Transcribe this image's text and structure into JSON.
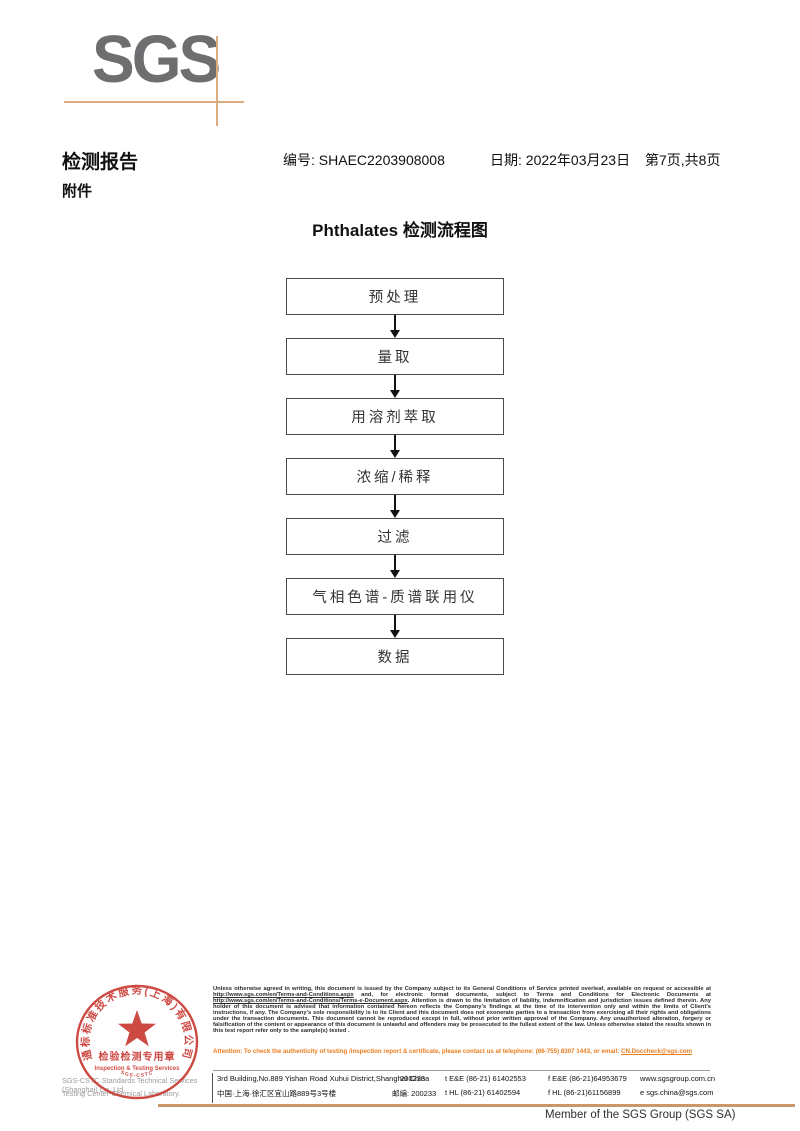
{
  "logo": {
    "text": "SGS"
  },
  "header": {
    "report_title": "检测报告",
    "number": "编号: SHAEC2203908008",
    "date": "日期: 2022年03月23日",
    "page_info": "第7页,共8页",
    "attachment": "附件"
  },
  "flowchart": {
    "title": "Phthalates 检测流程图",
    "steps": [
      "预处理",
      "量取",
      "用溶剂萃取",
      "浓缩/稀释",
      "过滤",
      "气相色谱-质谱联用仪",
      "数据"
    ]
  },
  "footer": {
    "disclaimer": {
      "p1": "Unless otherwise agreed in writing, this document is issued by the Company subject to its General Conditions of Service printed overleaf, available on request or accessible at ",
      "url1": "http://www.sgs.com/en/Terms-and-Conditions.aspx",
      "p2": " and, for electronic format documents, subject to Terms and Conditions for Electronic Documents at ",
      "url2": "http://www.sgs.com/en/Terms-and-Conditions/Terms-e-Document.aspx",
      "p3": ". Attention is drawn to the limitation of liability, indemnification and jurisdiction issues defined therein. Any holder of this document is advised that information contained hereon reflects the Company's findings at the time of its intervention only and within the limits of Client's instructions, if any. The Company's sole responsibility is to its Client and this document does not exonerate parties to a transaction from exercising all their rights and obligations under the transaction documents. This document cannot be reproduced except in full, without prior written approval of the Company. Any unauthorized alteration, forgery or falsification of the content or appearance of this document is unlawful and offenders may be prosecuted to the fullest extent of the law. Unless otherwise stated the results shown in this test report refer only to the sample(s) tested ."
    },
    "attention": {
      "text": "Attention: To check the authenticity of testing /inspection report & certificate, please contact us at telephone: (86-755) 8307 1443, or email: ",
      "email": "CN.Doccheck@sgs.com"
    },
    "stamp": {
      "arc_text": "通标标准技术服务(上海)有限公司",
      "bottom_arc_text": "SGS-CSTC",
      "center_line1": "检验检测专用章",
      "center_line2": "Inspection & Testing Services",
      "red": "#c8372f"
    },
    "company_line1": "SGS-CSTC Standards Technical Services (Shanghai) Co.,Ltd.",
    "company_line2": "Testing Center-Chemical Laboratory.",
    "address": {
      "en": "3rd Building,No.889 Yishan Road Xuhui District,Shanghai China",
      "en_postcode": "200233",
      "cn": "中国·上海·徐汇区宜山路889号3号楼",
      "cn_postcode": "邮编: 200233",
      "tel1": "t E&E (86-21) 61402553",
      "fax1": "f E&E (86-21)64953679",
      "web": "www.sgsgroup.com.cn",
      "tel2": "t HL (86-21) 61402594",
      "fax2": "f HL (86-21)61156899",
      "email": "e  sgs.china@sgs.com"
    },
    "member": "Member of the SGS Group (SGS SA)"
  }
}
